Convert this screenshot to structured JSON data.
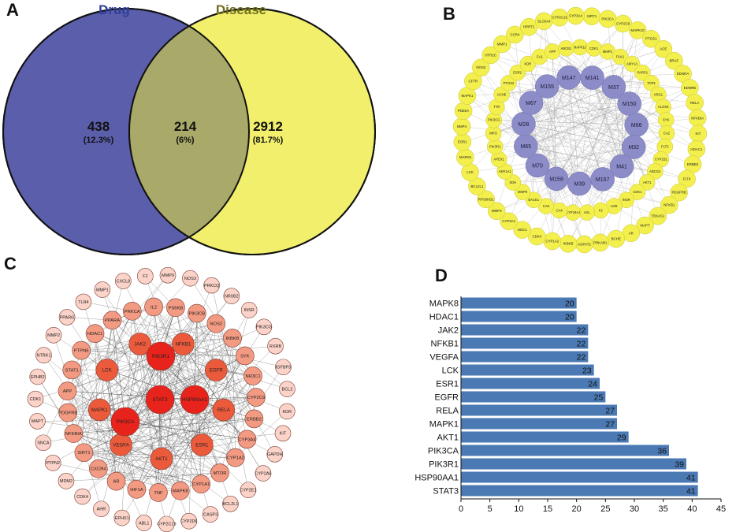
{
  "panels": {
    "a": "A",
    "b": "B",
    "c": "C",
    "d": "D"
  },
  "venn": {
    "left_label": "Drug",
    "right_label": "Disease",
    "left_only": "438",
    "left_only_pct": "(12.3%)",
    "overlap": "214",
    "overlap_pct": "(6%)",
    "right_only": "2912",
    "right_only_pct": "(81.7%)",
    "colors": {
      "left": "#5b5eaa",
      "right": "#f1ef6c",
      "overlap": "#a9a969",
      "left_label": "#2f3f9a",
      "right_label": "#6f6f1e"
    }
  },
  "network_b": {
    "inner": [
      "M147",
      "M141",
      "M37",
      "M150",
      "M66",
      "M32",
      "M41",
      "M157",
      "M39",
      "M158",
      "M70",
      "M65",
      "M28",
      "M67",
      "M155"
    ],
    "middle": [
      "MAPK10",
      "CDK1",
      "MMP2",
      "PLK1",
      "AMY1A",
      "PARP1",
      "TOP1",
      "ARG1",
      "ALOX5",
      "SYK",
      "CA2",
      "FLT3",
      "CYP1B1",
      "ABCG2",
      "AKT1",
      "CDK1",
      "INSR",
      "AHR",
      "F2",
      "AXL",
      "CYP19A1",
      "CA4",
      "CA6",
      "BACE1",
      "MMP9",
      "XDH",
      "AKR1A1",
      "APEX1",
      "PIK3R1",
      "MPO",
      "PIK3CG",
      "TTR",
      "ACHE",
      "PTGS2",
      "ESR2",
      "KDR",
      "CA1",
      "APP",
      "ABCB1"
    ],
    "outer": [
      "SIRT1",
      "PIK3CA",
      "CYP2C9",
      "MAPK10",
      "PTGS1",
      "ACE",
      "BRAF",
      "EDNRA",
      "EDNRB",
      "RELA",
      "NFKBIA",
      "KIT",
      "HDAC1",
      "ERBB2",
      "FLT4",
      "PDGFRB",
      "NFKB1",
      "TBXAS1",
      "MAPT",
      "AR",
      "BCHE",
      "PRKAB1",
      "AGPAT2",
      "IKBKB",
      "CYP1A2",
      "CDK4",
      "ODC1",
      "CYP3A1",
      "MMP3",
      "RPS6KB1",
      "BCL2L1",
      "LCK",
      "MAPK8",
      "ESR1",
      "BMP4",
      "PDE5A",
      "MAPK1",
      "CFTR",
      "NOS2",
      "HTR2C",
      "MMP1",
      "CCR4",
      "HPRT1",
      "SLC6A4",
      "CYP2C19",
      "CYP3A4"
    ],
    "colors": {
      "inner": "#8c8cc8",
      "ring": "#f3ef4d",
      "edge": "#9a9a9a"
    }
  },
  "network_c": {
    "core": [
      "PIK3R1",
      "STAT3",
      "HSP90AA1",
      "PIK3CA"
    ],
    "ring1": [
      "NFKB1",
      "EGFR",
      "RELA",
      "ESR1",
      "AKT1",
      "VEGFA",
      "MAPK1",
      "LCK",
      "JAK2"
    ],
    "ring2": [
      "PS6KB",
      "PIK3CB",
      "NOS2",
      "IKBKB",
      "SYK",
      "NR3C1",
      "CYP2C9",
      "ERBB2",
      "CYP3A4",
      "CYP1A2",
      "MTOR",
      "CYP1A1",
      "MAPK8",
      "TNF",
      "HIF1A",
      "AR",
      "CXCR4",
      "SIRT1",
      "NFKBIA",
      "PDGFRB",
      "APP",
      "STAT1",
      "PTPN6",
      "HDAC1",
      "PPARA",
      "PRKCA",
      "IL2"
    ],
    "outer": [
      "MMP9",
      "NOS3",
      "PRKCQ",
      "NR0B2",
      "INSR",
      "PIK3CG",
      "RXRB",
      "IGFBP3",
      "BCL2",
      "KDR",
      "KIT",
      "GAPDH",
      "CYP2A6",
      "CYP2E1",
      "BCL2L1",
      "CASP3",
      "CYP2D6",
      "CYP2C19",
      "ABL1",
      "EPHX1",
      "AHR",
      "CDK4",
      "MDM2",
      "PTPN2",
      "SNCA",
      "MAPT",
      "CDK1",
      "EPHB2",
      "NTRK1",
      "MMP2",
      "PPARG",
      "TLR4",
      "MMP1",
      "CXCL8",
      "F2"
    ],
    "colors": {
      "core": "#e8231c",
      "ring1": "#ec5a3c",
      "ring2": "#f39a82",
      "outer": "#fbd3c9",
      "edge": "#555555"
    }
  },
  "chart_data": {
    "type": "bar",
    "orientation": "horizontal",
    "categories": [
      "MAPK8",
      "HDAC1",
      "JAK2",
      "NFKB1",
      "VEGFA",
      "LCK",
      "ESR1",
      "EGFR",
      "RELA",
      "MAPK1",
      "AKT1",
      "PIK3CA",
      "PIK3R1",
      "HSP90AA1",
      "STAT3"
    ],
    "values": [
      20,
      20,
      22,
      22,
      22,
      23,
      24,
      25,
      27,
      27,
      29,
      36,
      39,
      41,
      41
    ],
    "data_labels": [
      "20",
      "20",
      "22",
      "22",
      "22",
      "23",
      "24",
      "25",
      "27",
      "27",
      "29",
      "36",
      "39",
      "41",
      "41"
    ],
    "xlim": [
      0,
      45
    ],
    "xticks": [
      "0",
      "5",
      "10",
      "15",
      "20",
      "25",
      "30",
      "35",
      "40",
      "45"
    ],
    "title": "",
    "xlabel": "",
    "ylabel": "",
    "bar_color": "#4a79b3",
    "grid": false
  }
}
